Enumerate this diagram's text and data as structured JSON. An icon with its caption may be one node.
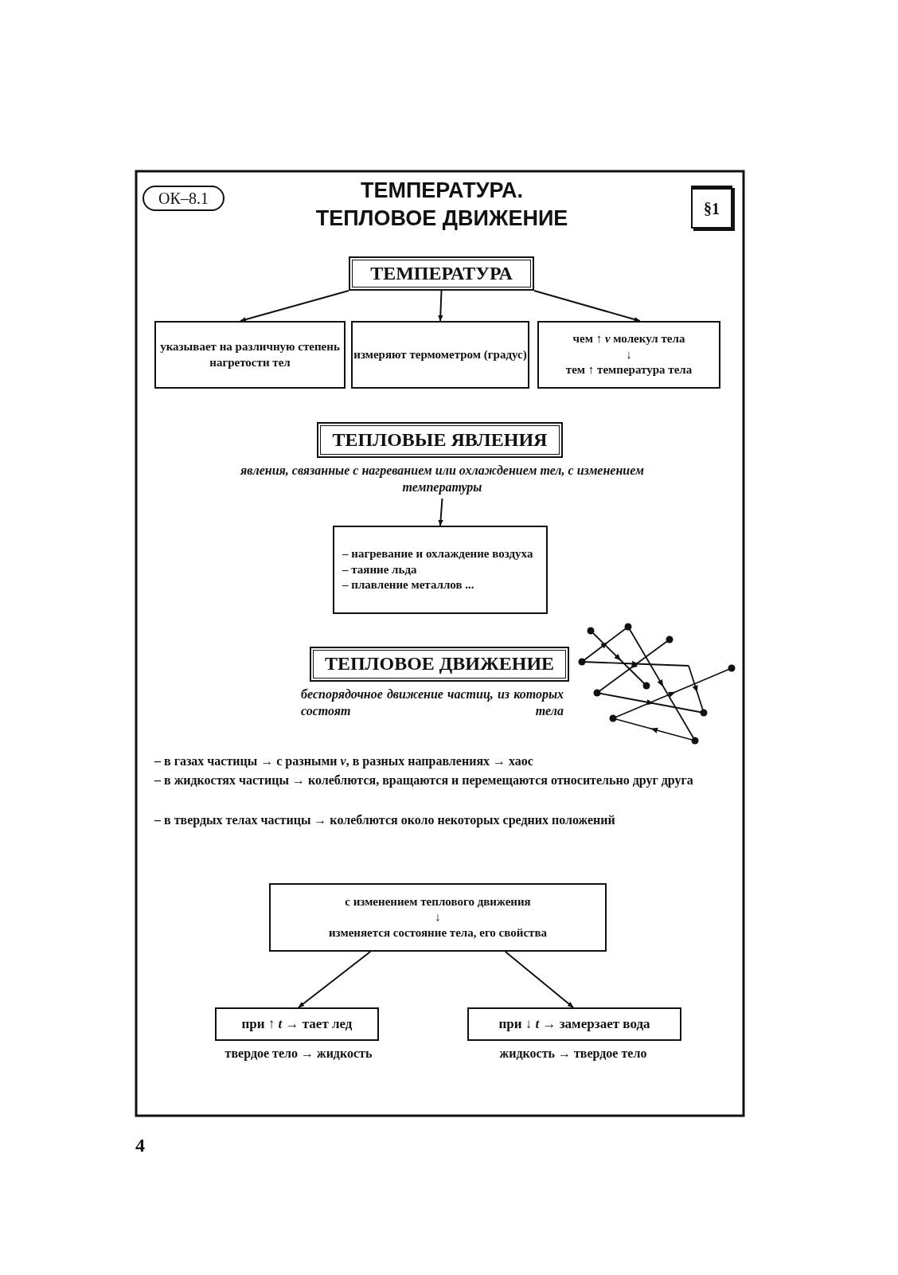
{
  "diagram": {
    "title": "ТЕМПЕРАТУРА. ТЕПЛОВОЕ ДВИЖЕНИЕ",
    "nodes": [
      {
        "text": [
          "ОК–8.1"
        ]
      },
      {
        "text": [
          "§1"
        ]
      },
      {
        "text": [
          "ТЕМПЕРАТУРА"
        ]
      },
      {
        "text": [
          "указывает на различную степень нагретости тел"
        ]
      },
      {
        "text": [
          "измеряют термометром (градус)"
        ]
      },
      {
        "text": [
          "чем ↑ *v* молекул тела",
          "↓",
          "тем ↑ температура тела"
        ]
      },
      {
        "text": [
          "ТЕПЛОВЫЕ ЯВЛЕНИЯ"
        ],
        "beside": [
          "явления, связанные с нагреванием или охлаждением тел, с изменением температуры"
        ]
      },
      {
        "text": [
          "– нагревание и охлаждение воздуха",
          "– таяние льда",
          "– плавление металлов ..."
        ]
      },
      {
        "text": [
          "ТЕПЛОВОЕ ДВИЖЕНИЕ"
        ],
        "beside": [
          "беспорядочное движение частиц, из которых состоят тела"
        ]
      },
      {
        "text": [
          "с изменением теплового движения",
          "↓",
          "изменяется состояние тела, его свойства"
        ]
      },
      {
        "text": [
          "при ↑ *t* → тает лед"
        ],
        "beside": [
          "твердое тело → жидкость"
        ]
      },
      {
        "text": [
          "при ↓ *t* → замерзает вода"
        ],
        "beside": [
          "жидкость → твердое тело"
        ]
      }
    ],
    "edges": [
      {
        "from": 2,
        "to": 3,
        "arrow": "to"
      },
      {
        "from": 2,
        "to": 4,
        "arrow": "to"
      },
      {
        "from": 2,
        "to": 5,
        "arrow": "to"
      },
      {
        "from": 6,
        "to": 7,
        "arrow": "to"
      },
      {
        "from": 9,
        "to": 10,
        "arrow": "to"
      },
      {
        "from": 9,
        "to": 11,
        "arrow": "to"
      }
    ],
    "labels": [
      "– в газах частицы → с разными *v*, в разных направлениях → хаос",
      "– в жидкостях частицы → колеблются, вращаются и перемещаются относительно друг друга",
      "– в твердых телах частицы → колеблются около некоторых средних положений",
      "4"
    ]
  }
}
